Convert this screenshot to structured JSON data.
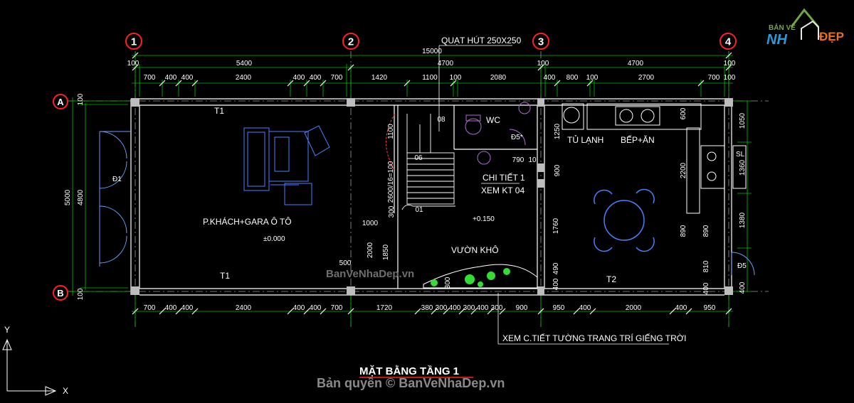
{
  "drawing": {
    "title": "MẶT BẰNG TẦNG 1",
    "copyright": "Bản quyền © BanVeNhaDep.vn",
    "watermark": "BanVeNhaDep.vn",
    "logo": {
      "top": "BẢN VẼ",
      "mid": "NH",
      "right": "ĐẸP"
    },
    "ucs": {
      "x": "X",
      "y": "Y"
    },
    "colors": {
      "background": "#000000",
      "axis_bubble": "#ff2020",
      "dim_line": "#00c000",
      "wall": "#ffffff",
      "furniture": "#4a7fff",
      "fixture": "#b06ad0",
      "plant": "#33dd33"
    }
  },
  "grid": {
    "columns": [
      "1",
      "2",
      "3",
      "4"
    ],
    "rows": [
      "A",
      "B"
    ]
  },
  "dims_top": {
    "overall": "15000",
    "level2": [
      "100",
      "5400",
      "4700",
      "100",
      "4700",
      "100"
    ],
    "level3": [
      "700",
      "400",
      "400",
      "2400",
      "400",
      "400",
      "700",
      "1420",
      "1100",
      "100",
      "2080",
      "400",
      "800",
      "100",
      "2700",
      "700",
      "100"
    ]
  },
  "dims_bottom": [
    "700",
    "400",
    "400",
    "2400",
    "400",
    "400",
    "700",
    "1720",
    "380",
    "300",
    "400",
    "300",
    "400",
    "300",
    "900",
    "950",
    "400",
    "2000",
    "400",
    "950"
  ],
  "dims_left": [
    "5000",
    "4800",
    "100",
    "100"
  ],
  "dims_right": [
    "1050",
    "1360",
    "1380",
    "400"
  ],
  "dims_interior": [
    "1250",
    "900",
    "2200",
    "600",
    "890",
    "810",
    "400",
    "1760",
    "490",
    "400",
    "1000",
    "2000",
    "1850",
    "500",
    "300",
    "300",
    "790",
    "10",
    "2600/16=100",
    "1100",
    "08",
    "06",
    "01",
    "890"
  ],
  "labels": {
    "quat": "QUẠT HÚT 250X250",
    "wc": "WC",
    "tulanh": "TỦ LẠNH",
    "bep": "BẾP+ĂN",
    "chitiet1": "CHI TIẾT 1",
    "xemkt": "XEM KT 04",
    "pkhach": "P.KHÁCH+GARA Ô TÔ",
    "level0": "±0.000",
    "level150": "+0.150",
    "vuonkho": "VƯỜN KHÔ",
    "xemct": "XEM C.TIẾT TƯỜNG TRANG TRÍ GIẾNG TRỜI",
    "t1a": "T1",
    "t1b": "T1",
    "t2": "T2",
    "d1": "Đ1",
    "d5a": "Đ5*",
    "d5b": "Đ5",
    "sl": "SL"
  }
}
